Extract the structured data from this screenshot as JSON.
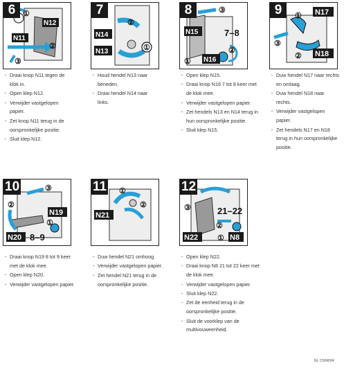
{
  "steps": [
    {
      "number": "6",
      "labels": [
        "N11",
        "N12",
        "①",
        "②",
        "③"
      ],
      "instructions": [
        "Draai knop N11 tegen de klok in.",
        "Open klep N12.",
        "Verwijder vastgelopen papier.",
        "Zet knop N11 terug in de oorspronkelijke positie.",
        "Sluit klep N12."
      ]
    },
    {
      "number": "7",
      "labels": [
        "N14",
        "N13",
        "①",
        "②"
      ],
      "instructions": [
        "Houd hendel N13 naar beneden.",
        "Draai hendel N14 naar links."
      ]
    },
    {
      "number": "8",
      "labels": [
        "N15",
        "N16",
        "7–8",
        "①",
        "②",
        "③"
      ],
      "instructions": [
        "Open klep N15.",
        "Draai knop N16 7 tot 8 keer met de klok mee.",
        "Verwijder vastgelopen papier.",
        "Zet hendels N13 en N14 terug in hun oorspronkelijke positie.",
        "Sluit klep N15."
      ]
    },
    {
      "number": "9",
      "labels": [
        "N17",
        "N18",
        "①",
        "②",
        "③"
      ],
      "instructions": [
        "Duw hendel N17 naar rechts en omlaag.",
        "Duw hendel N18 naar rechts.",
        "Verwijder vastgelopen papier.",
        "Zet hendels N17 en N18 terug in hun oorspronkelijke positie."
      ]
    },
    {
      "number": "10",
      "labels": [
        "N19",
        "N20",
        "8–9",
        "①",
        "②",
        "③"
      ],
      "instructions": [
        "Draai knop N19 8 tot 9 keer met de klok mee.",
        "Open klep N20.",
        "Verwijder vastgelopen papier."
      ]
    },
    {
      "number": "11",
      "labels": [
        "N21",
        "①",
        "②"
      ],
      "instructions": [
        "Duw hendel N21 omhoog.",
        "Verwijder vastgelopen papier.",
        "Zet hendel N21 terug in de oorspronkelijke positie."
      ]
    },
    {
      "number": "12",
      "labels": [
        "N22",
        "N8",
        "21–22",
        "①",
        "②",
        "③"
      ],
      "instructions": [
        "Open klep N22.",
        "Draai knop N8 21 tot 22 keer met de klok mee.",
        "Verwijder vastgelopen papier.",
        "Sluit klep N22.",
        "Zet de eenheid terug in de oorspronkelijke positie.",
        "Sluit de voorklep van de multivouweenheid."
      ]
    }
  ],
  "footer": "NL CNM004",
  "colors": {
    "accent": "#2a9fd6",
    "frame": "#222222",
    "label_bg": "#1a1a1a"
  }
}
